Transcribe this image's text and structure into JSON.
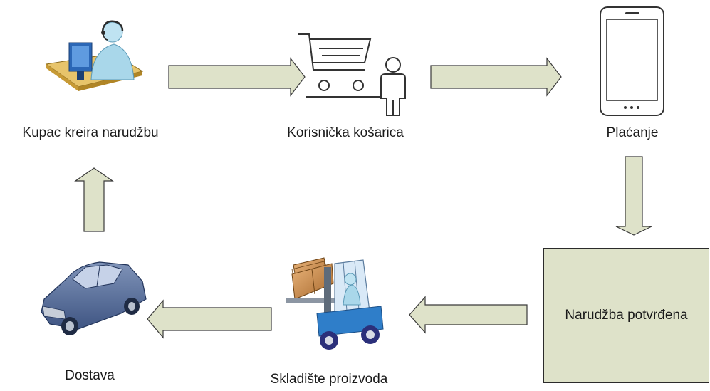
{
  "nodes": {
    "customer": {
      "label": "Kupac kreira narudžbu",
      "icon": "customer-at-computer-icon"
    },
    "cart": {
      "label": "Korisnička košarica",
      "icon": "shopping-cart-user-icon"
    },
    "payment": {
      "label": "Plaćanje",
      "icon": "smartphone-icon"
    },
    "confirmed": {
      "label": "Narudžba potvrđena"
    },
    "warehouse": {
      "label": "Skladište proizvoda",
      "icon": "forklift-icon"
    },
    "delivery": {
      "label": "Dostava",
      "icon": "car-icon"
    }
  },
  "colors": {
    "arrow_fill": "#dee2c9",
    "arrow_stroke": "#3a3a3a",
    "box_fill": "#dee2c9"
  }
}
